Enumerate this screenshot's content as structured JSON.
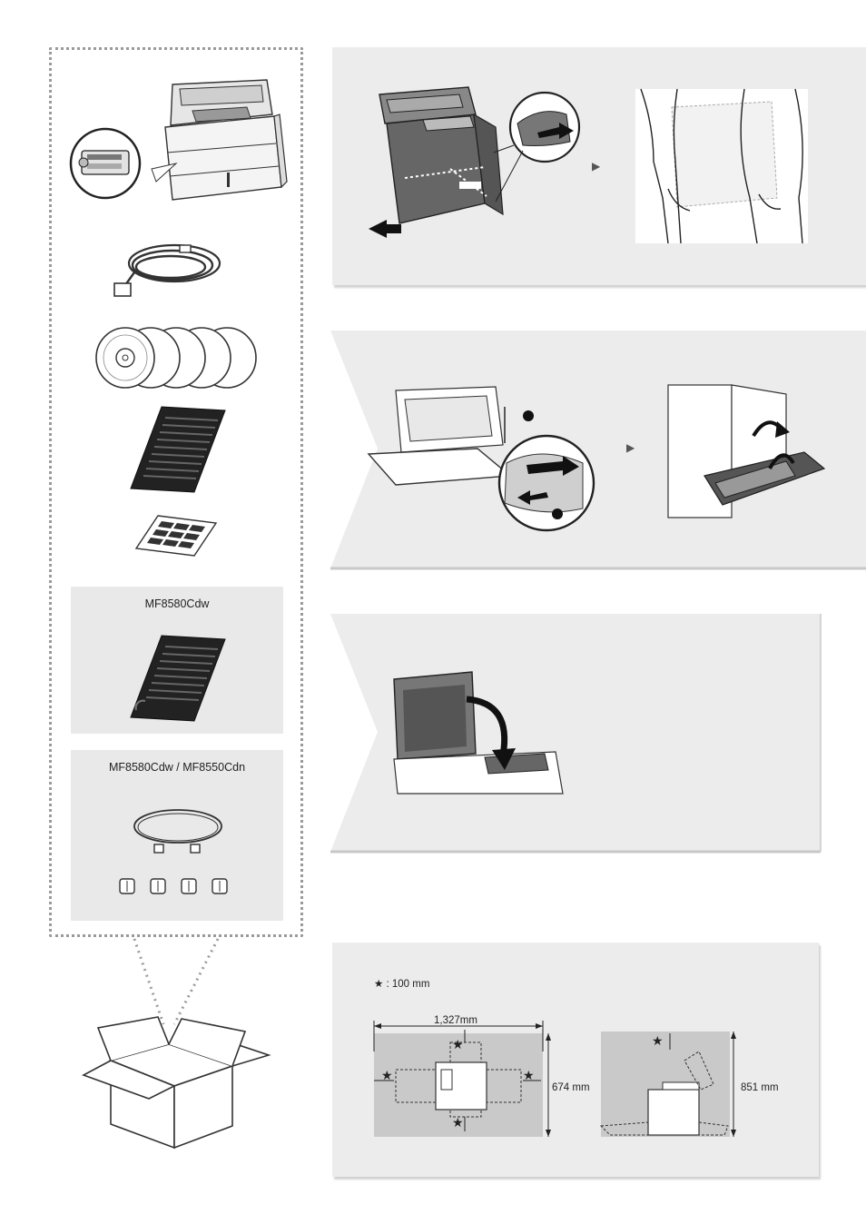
{
  "optional_items": [
    {
      "caption": "MF8580Cdw"
    },
    {
      "caption": "MF8580Cdw / MF8550Cdn"
    }
  ],
  "installation_space": {
    "clearance_legend": "★ : 100 mm",
    "width_dimension": "1,327mm",
    "depth_dimension": "674 mm",
    "height_dimension": "851 mm",
    "clearance_mark": "★"
  }
}
